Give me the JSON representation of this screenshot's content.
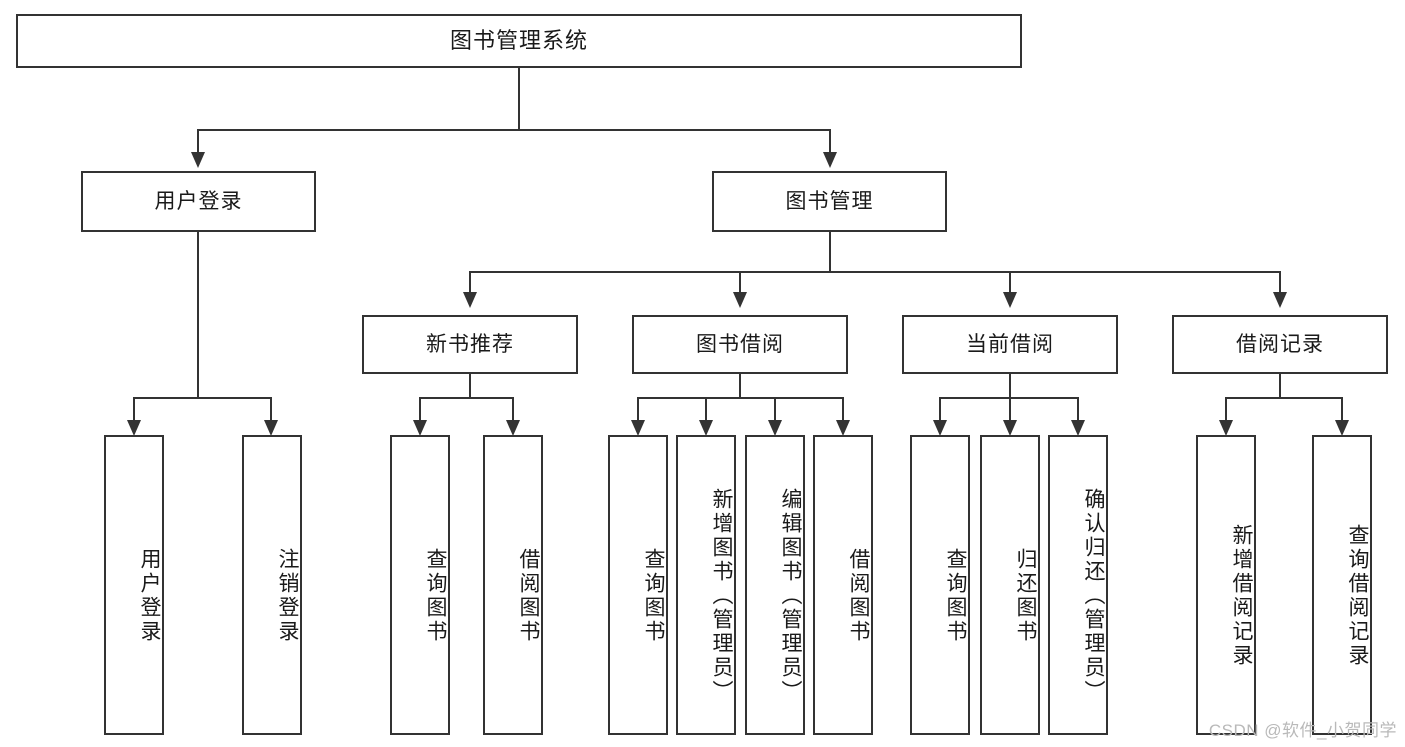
{
  "diagram": {
    "title": "图书管理系统",
    "watermark": "CSDN @软件_小贺同学",
    "colors": {
      "stroke": "#333333",
      "fill": "#ffffff",
      "text": "#1a1a1a",
      "watermark": "#b9b9b9"
    },
    "nodes": {
      "root": {
        "label": "图书管理系统"
      },
      "level2": [
        {
          "label": "用户登录"
        },
        {
          "label": "图书管理"
        }
      ],
      "level3": [
        {
          "label": "新书推荐"
        },
        {
          "label": "图书借阅"
        },
        {
          "label": "当前借阅"
        },
        {
          "label": "借阅记录"
        }
      ],
      "leaves": [
        {
          "label": "用户登录"
        },
        {
          "label": "注销登录"
        },
        {
          "label": "查询图书"
        },
        {
          "label": "借阅图书"
        },
        {
          "label": "查询图书"
        },
        {
          "label": "新增图书（管理员）"
        },
        {
          "label": "编辑图书（管理员）"
        },
        {
          "label": "借阅图书"
        },
        {
          "label": "查询图书"
        },
        {
          "label": "归还图书"
        },
        {
          "label": "确认归还（管理员）"
        },
        {
          "label": "新增借阅记录"
        },
        {
          "label": "查询借阅记录"
        }
      ]
    }
  }
}
